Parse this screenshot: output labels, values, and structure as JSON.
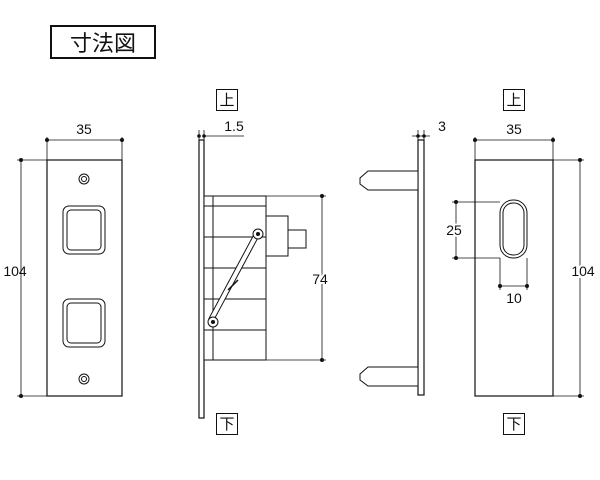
{
  "title": "寸法図",
  "orientation": {
    "top": "上",
    "bottom": "下"
  },
  "front_view": {
    "width": "35",
    "height": "104"
  },
  "side_view": {
    "plate_thickness": "1.5",
    "latch_span": "74"
  },
  "strike_view": {
    "plate_thickness": "3",
    "width": "35",
    "height": "104",
    "slot_height": "25",
    "slot_width": "10"
  },
  "colors": {
    "line": "#111111",
    "dim": "#222222"
  }
}
